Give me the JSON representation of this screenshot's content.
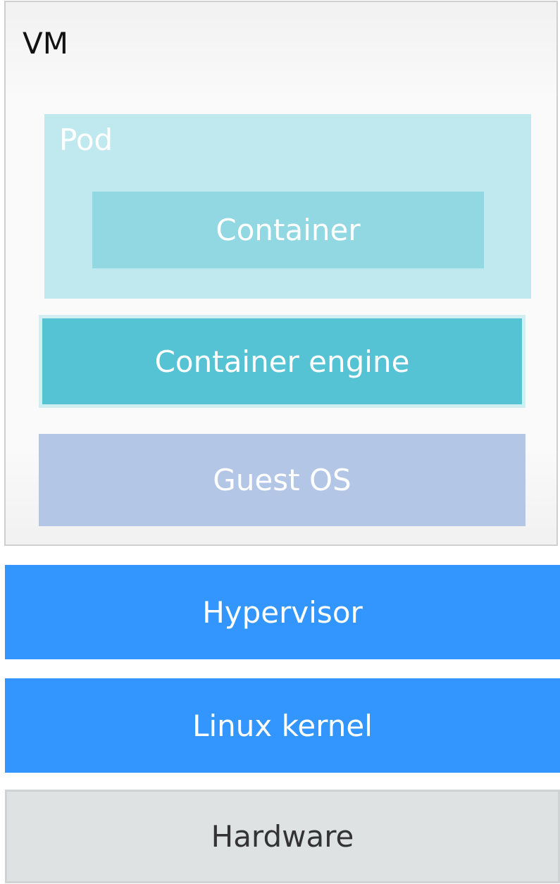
{
  "diagram": {
    "vm": {
      "label": "VM"
    },
    "pod": {
      "label": "Pod"
    },
    "container": {
      "label": "Container"
    },
    "container_engine": {
      "label": "Container engine"
    },
    "guest_os": {
      "label": "Guest OS"
    },
    "hypervisor": {
      "label": "Hypervisor"
    },
    "linux_kernel": {
      "label": "Linux kernel"
    },
    "hardware": {
      "label": "Hardware"
    }
  },
  "colors": {
    "vm_background": "#f5f5f5",
    "pod_background": "#bfe9ee",
    "container_background": "#92d8e2",
    "engine_background": "#55c3d4",
    "guest_os_background": "#b3c6e6",
    "hypervisor_background": "#3396ff",
    "kernel_background": "#3396ff",
    "hardware_background": "#dfe2e3"
  }
}
